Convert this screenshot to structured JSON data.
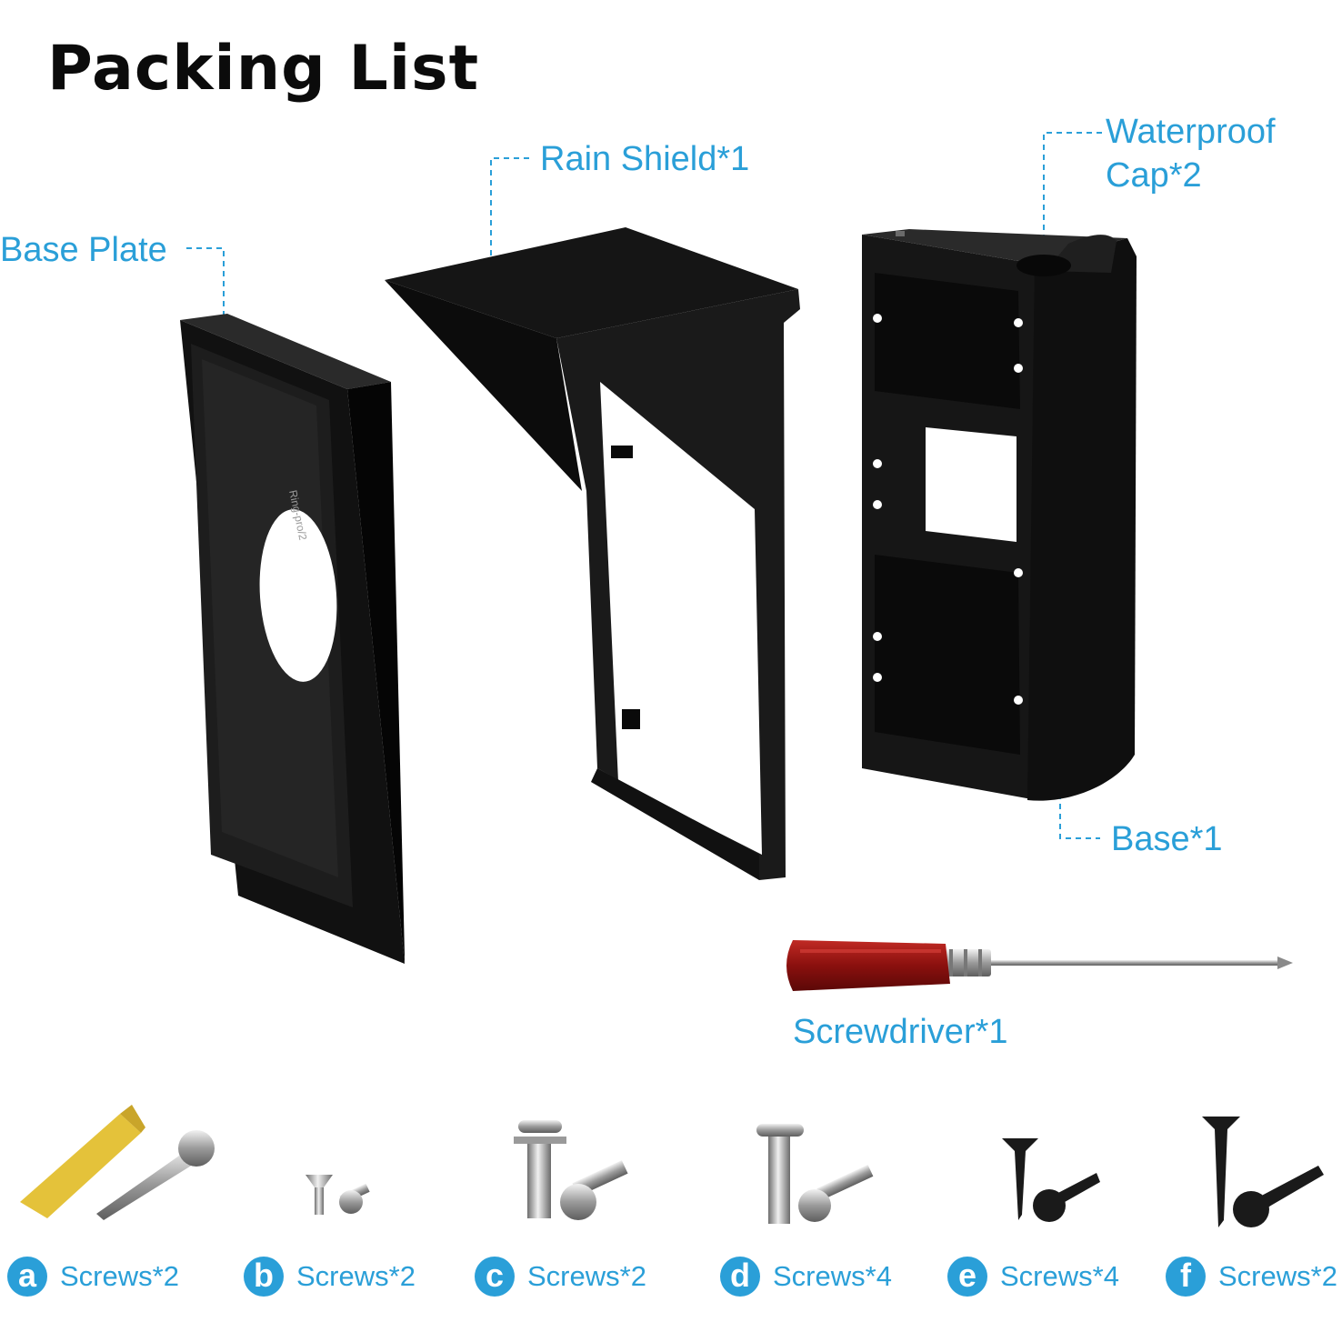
{
  "page": {
    "title": "Packing List",
    "accent_color": "#2a9fd8",
    "labels": {
      "base_plate": "Base Plate",
      "rain_shield": "Rain Shield*1",
      "waterproof_cap_line1": "Waterproof",
      "waterproof_cap_line2": "Cap*2",
      "base": "Base*1",
      "screwdriver": "Screwdriver*1"
    },
    "base_plate_marking": "Ring-pro/2",
    "screws": [
      {
        "letter": "a",
        "label": "Screws*2"
      },
      {
        "letter": "b",
        "label": "Screws*2"
      },
      {
        "letter": "c",
        "label": "Screws*2"
      },
      {
        "letter": "d",
        "label": "Screws*4"
      },
      {
        "letter": "e",
        "label": "Screws*4"
      },
      {
        "letter": "f",
        "label": "Screws*2"
      }
    ]
  }
}
